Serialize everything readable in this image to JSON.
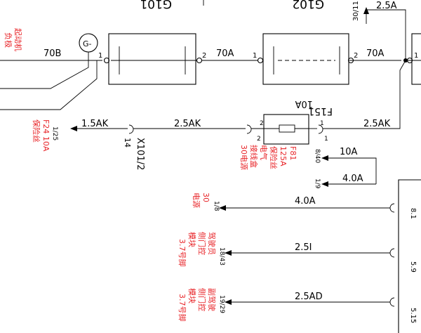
{
  "labels": {
    "g101": "G101",
    "g102": "G102",
    "gen_symbol": "G-",
    "pin_30_11": "30/11",
    "wire_2_5a_top": "2.5A",
    "starter_neg_line1": "起动机",
    "starter_neg_line2": "负极",
    "wire_70b": "70B",
    "wire_70a_1": "70A",
    "wire_70a_2": "70A",
    "g101_pin1": "1",
    "g101_pin2": "2",
    "g102_pin1": "1",
    "g102_pin2": "2",
    "g103_pin1": "1",
    "f151": "F151",
    "f151_rating": "10A",
    "fuse_left_line1": "F24 10A",
    "fuse_left_line2": "保险丝",
    "pin_1_25": "1/25",
    "wire_1_5ak": "1.5AK",
    "wire_2_5ak_left": "2.5AK",
    "wire_2_5ak_right": "2.5AK",
    "x101_2": "X101/2",
    "x_pin_14": "14",
    "fuse_pin_2": "2",
    "fuse_pin_1": "1",
    "fuse_pin_2b": "2",
    "fuse_pin_1b": "1",
    "elec_box_line1": "电气",
    "elec_box_line2": "接线盒",
    "elec_box_line3": "30电源",
    "f81_line1": "F81",
    "f81_line2": "125A",
    "f81_line3": "保险丝",
    "pin_8_40": "8/40",
    "wire_10a": "10A",
    "pin_1_9": "1/9",
    "wire_4_0a_small": "4.0A",
    "power30_line1": "30",
    "power30_line2": "电源",
    "pin_1_8": "1/8",
    "wire_4_0a": "4.0A",
    "pin_8_1": "8.1",
    "driver_door_line1": "驾驶员",
    "driver_door_line2": "侧门控",
    "driver_door_line3": "模块",
    "driver_door_line4": "3.7号脚",
    "pin_18_43": "18/43",
    "wire_2_5i": "2.5I",
    "pin_5_9": "5.9",
    "pass_door_line1": "副驾驶",
    "pass_door_line2": "侧门控",
    "pass_door_line3": "模块",
    "pass_door_line4": "3.7号脚",
    "pin_19_29": "19/29",
    "wire_2_5ad": "2.5AD",
    "pin_5_15": "5.15"
  },
  "colors": {
    "line": "#000000",
    "note": "#e8262a"
  }
}
